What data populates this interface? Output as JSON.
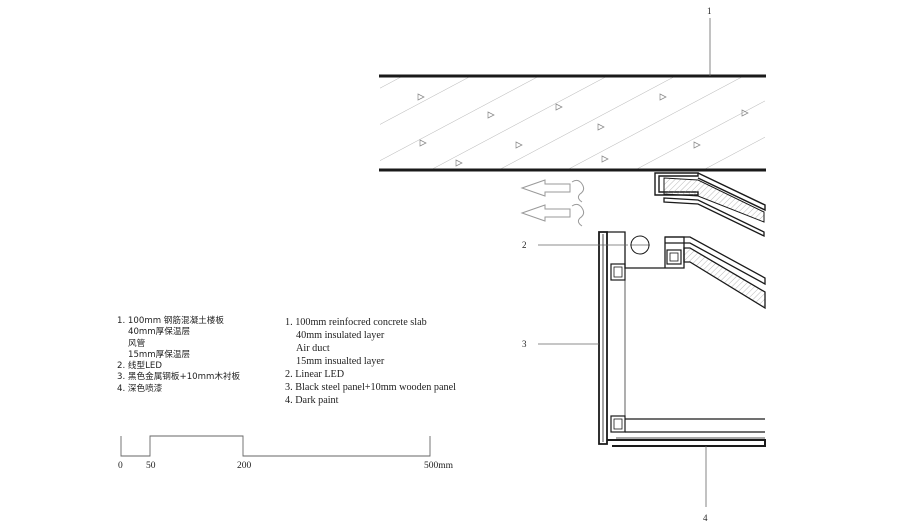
{
  "callouts": [
    "1",
    "2",
    "3",
    "4"
  ],
  "legend_cn": [
    {
      "text": "1. 100mm 钢筋混凝土楼板",
      "indent": false
    },
    {
      "text": "40mm厚保温层",
      "indent": true
    },
    {
      "text": "风管",
      "indent": true
    },
    {
      "text": "15mm厚保温层",
      "indent": true
    },
    {
      "text": "2. 线型LED",
      "indent": false
    },
    {
      "text": "3. 黑色金属钢板+10mm木衬板",
      "indent": false
    },
    {
      "text": "4. 深色喷漆",
      "indent": false
    }
  ],
  "legend_en": [
    {
      "text": "1. 100mm reinfocred concrete slab",
      "indent": false
    },
    {
      "text": "40mm insulated layer",
      "indent": true
    },
    {
      "text": "Air duct",
      "indent": true
    },
    {
      "text": "15mm insualted layer",
      "indent": true
    },
    {
      "text": "2. Linear LED",
      "indent": false
    },
    {
      "text": "3. Black steel panel+10mm wooden panel",
      "indent": false
    },
    {
      "text": "4. Dark paint",
      "indent": false
    }
  ],
  "scale_bar": {
    "ticks": [
      "0",
      "50",
      "200",
      "500mm"
    ]
  },
  "colors": {
    "line": "#1a1a1a",
    "hatch": "#9a9a9a",
    "leader": "#666666"
  }
}
